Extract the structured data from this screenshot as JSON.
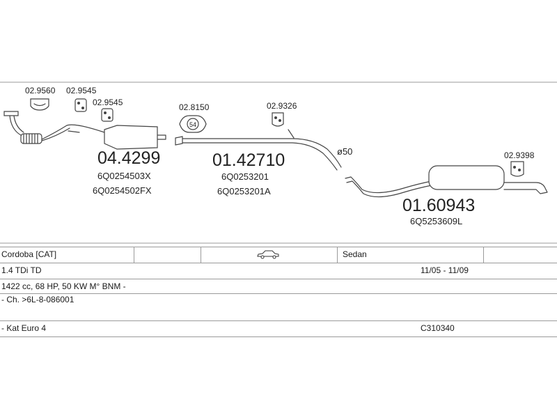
{
  "parts": {
    "clamp_1": "02.9560",
    "clamp_2": "02.9545",
    "clamp_3": "02.9545",
    "gasket": "02.8150",
    "gasket_size": "54",
    "hanger_1": "02.9326",
    "hanger_2": "02.9398",
    "diameter": "ø50",
    "section_front": {
      "code": "04.4299",
      "oem": [
        "6Q0254503X",
        "6Q0254502FX"
      ]
    },
    "section_middle": {
      "code": "01.42710",
      "oem": [
        "6Q0253201",
        "6Q0253201A"
      ]
    },
    "section_rear": {
      "code": "01.60943",
      "oem": [
        "6Q5253609L"
      ]
    }
  },
  "vehicle": {
    "model": "Cordoba  [CAT]",
    "body": "Sedan",
    "engine": "1.4 TDi TD",
    "years": "11/05 - 11/09",
    "spec": "1422 cc, 68 HP, 50 KW M° BNM -",
    "chassis": "- Ch. >6L-8-086001",
    "emission": "- Kat Euro 4",
    "catalog_code": "C310340"
  }
}
